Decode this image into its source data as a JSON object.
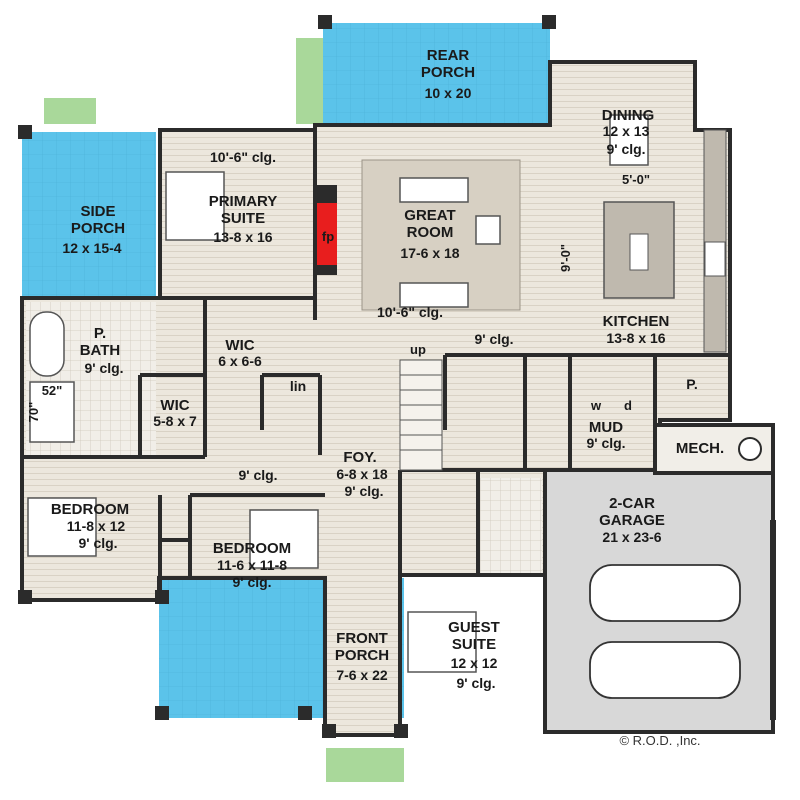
{
  "colors": {
    "wall": "#2b2b2b",
    "floor": "#e9e4da",
    "porch": "#5bc3ea",
    "garage": "#d8d8d8",
    "fireplace": "#e81e1e",
    "rug": "#d7d0c3",
    "lawn": "#a9d89a",
    "cabinet": "#bfb9ae"
  },
  "rooms": {
    "rear_porch": {
      "name": "REAR\nPORCH",
      "size": "10 x 20"
    },
    "dining": {
      "name": "DINING",
      "size": "12 x 13",
      "ceiling": "9' clg."
    },
    "primary_suite": {
      "ceiling_note": "10'-6\" clg.",
      "name": "PRIMARY\nSUITE",
      "size": "13-8 x 16"
    },
    "side_porch": {
      "name": "SIDE\nPORCH",
      "size": "12 x 15-4"
    },
    "fireplace": {
      "label": "fp"
    },
    "great_room": {
      "name": "GREAT\nROOM",
      "size": "17-6 x 18",
      "ceiling_note": "10'-6\" clg."
    },
    "kitchen": {
      "name": "KITCHEN",
      "size": "13-8 x 16",
      "dim_width": "5'-0\"",
      "dim_height": "9'-0\""
    },
    "hall": {
      "ceiling": "9' clg."
    },
    "p_bath": {
      "name": "P.\nBATH",
      "ceiling": "9' clg.",
      "shower_w": "52\"",
      "shower_h": "70\""
    },
    "wic_1": {
      "name": "WIC",
      "size": "6 x 6-6"
    },
    "wic_2": {
      "name": "WIC",
      "size": "5-8 x 7"
    },
    "stair": {
      "label": "up"
    },
    "linen": {
      "label": "lin"
    },
    "pantry": {
      "label": "P."
    },
    "mud": {
      "name": "MUD",
      "ceiling": "9' clg.",
      "washer": "w",
      "dryer": "d"
    },
    "foyer": {
      "name": "FOY.",
      "size": "6-8 x 18",
      "ceiling": "9' clg."
    },
    "corridor": {
      "ceiling": "9' clg."
    },
    "mech": {
      "name": "MECH."
    },
    "bedroom_1": {
      "name": "BEDROOM",
      "size": "11-8 x 12",
      "ceiling": "9' clg."
    },
    "bedroom_2": {
      "name": "BEDROOM",
      "size": "11-6 x 11-8",
      "ceiling": "9' clg."
    },
    "garage": {
      "name": "2-CAR\nGARAGE",
      "size": "21 x 23-6"
    },
    "front_porch": {
      "name": "FRONT\nPORCH",
      "size": "7-6 x 22"
    },
    "guest_suite": {
      "name": "GUEST\nSUITE",
      "size": "12 x 12",
      "ceiling": "9' clg."
    }
  },
  "copyright": "© R.O.D. ,Inc."
}
